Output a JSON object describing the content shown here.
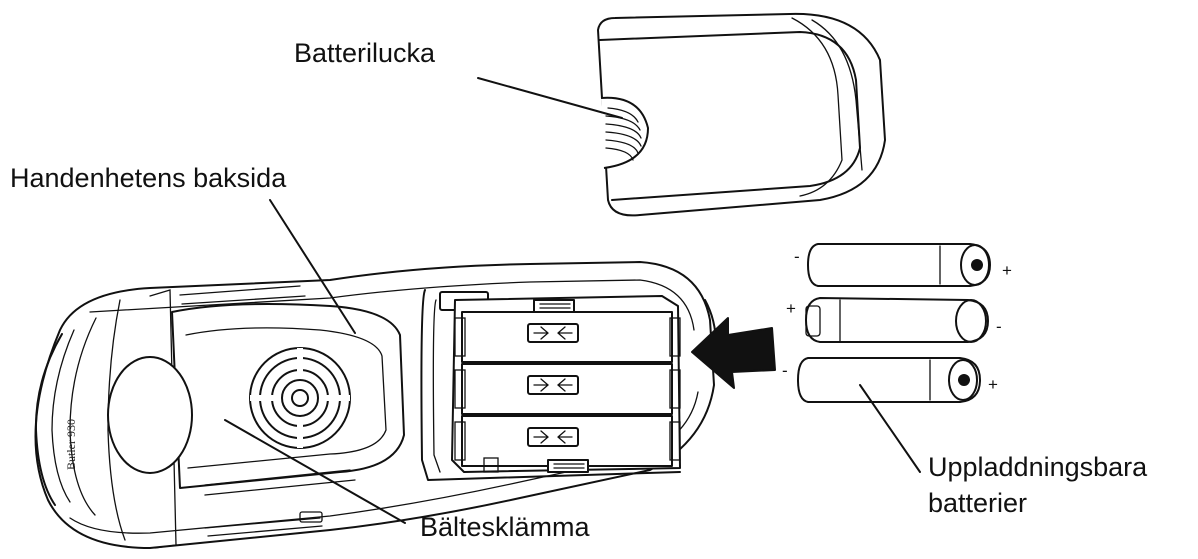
{
  "labels": {
    "battery_cover": "Batterilucka",
    "handset_back": "Handenhetens baksida",
    "belt_clip": "Bälteskläm­ma",
    "rechargeable_batteries_line1": "Uppladdningsbara",
    "rechargeable_batteries_line2": "batterier"
  },
  "device_brand": "Butler 930",
  "polarity": {
    "battery1": {
      "left": "-",
      "right": "+"
    },
    "battery2": {
      "left": "+",
      "right": "-"
    },
    "battery3": {
      "left": "-",
      "right": "+"
    }
  }
}
